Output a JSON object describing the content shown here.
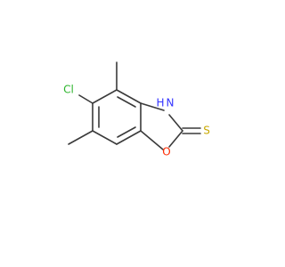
{
  "molecule": {
    "atoms": {
      "chlorine": "Cl",
      "nitrogen_h": "H",
      "nitrogen": "N",
      "oxygen": "O",
      "sulfur": "S"
    },
    "colors": {
      "bond": "#3a3a3a",
      "chlorine": "#2db52d",
      "nitrogen": "#3333ff",
      "oxygen": "#ff2a00",
      "sulfur": "#c8a800"
    }
  }
}
